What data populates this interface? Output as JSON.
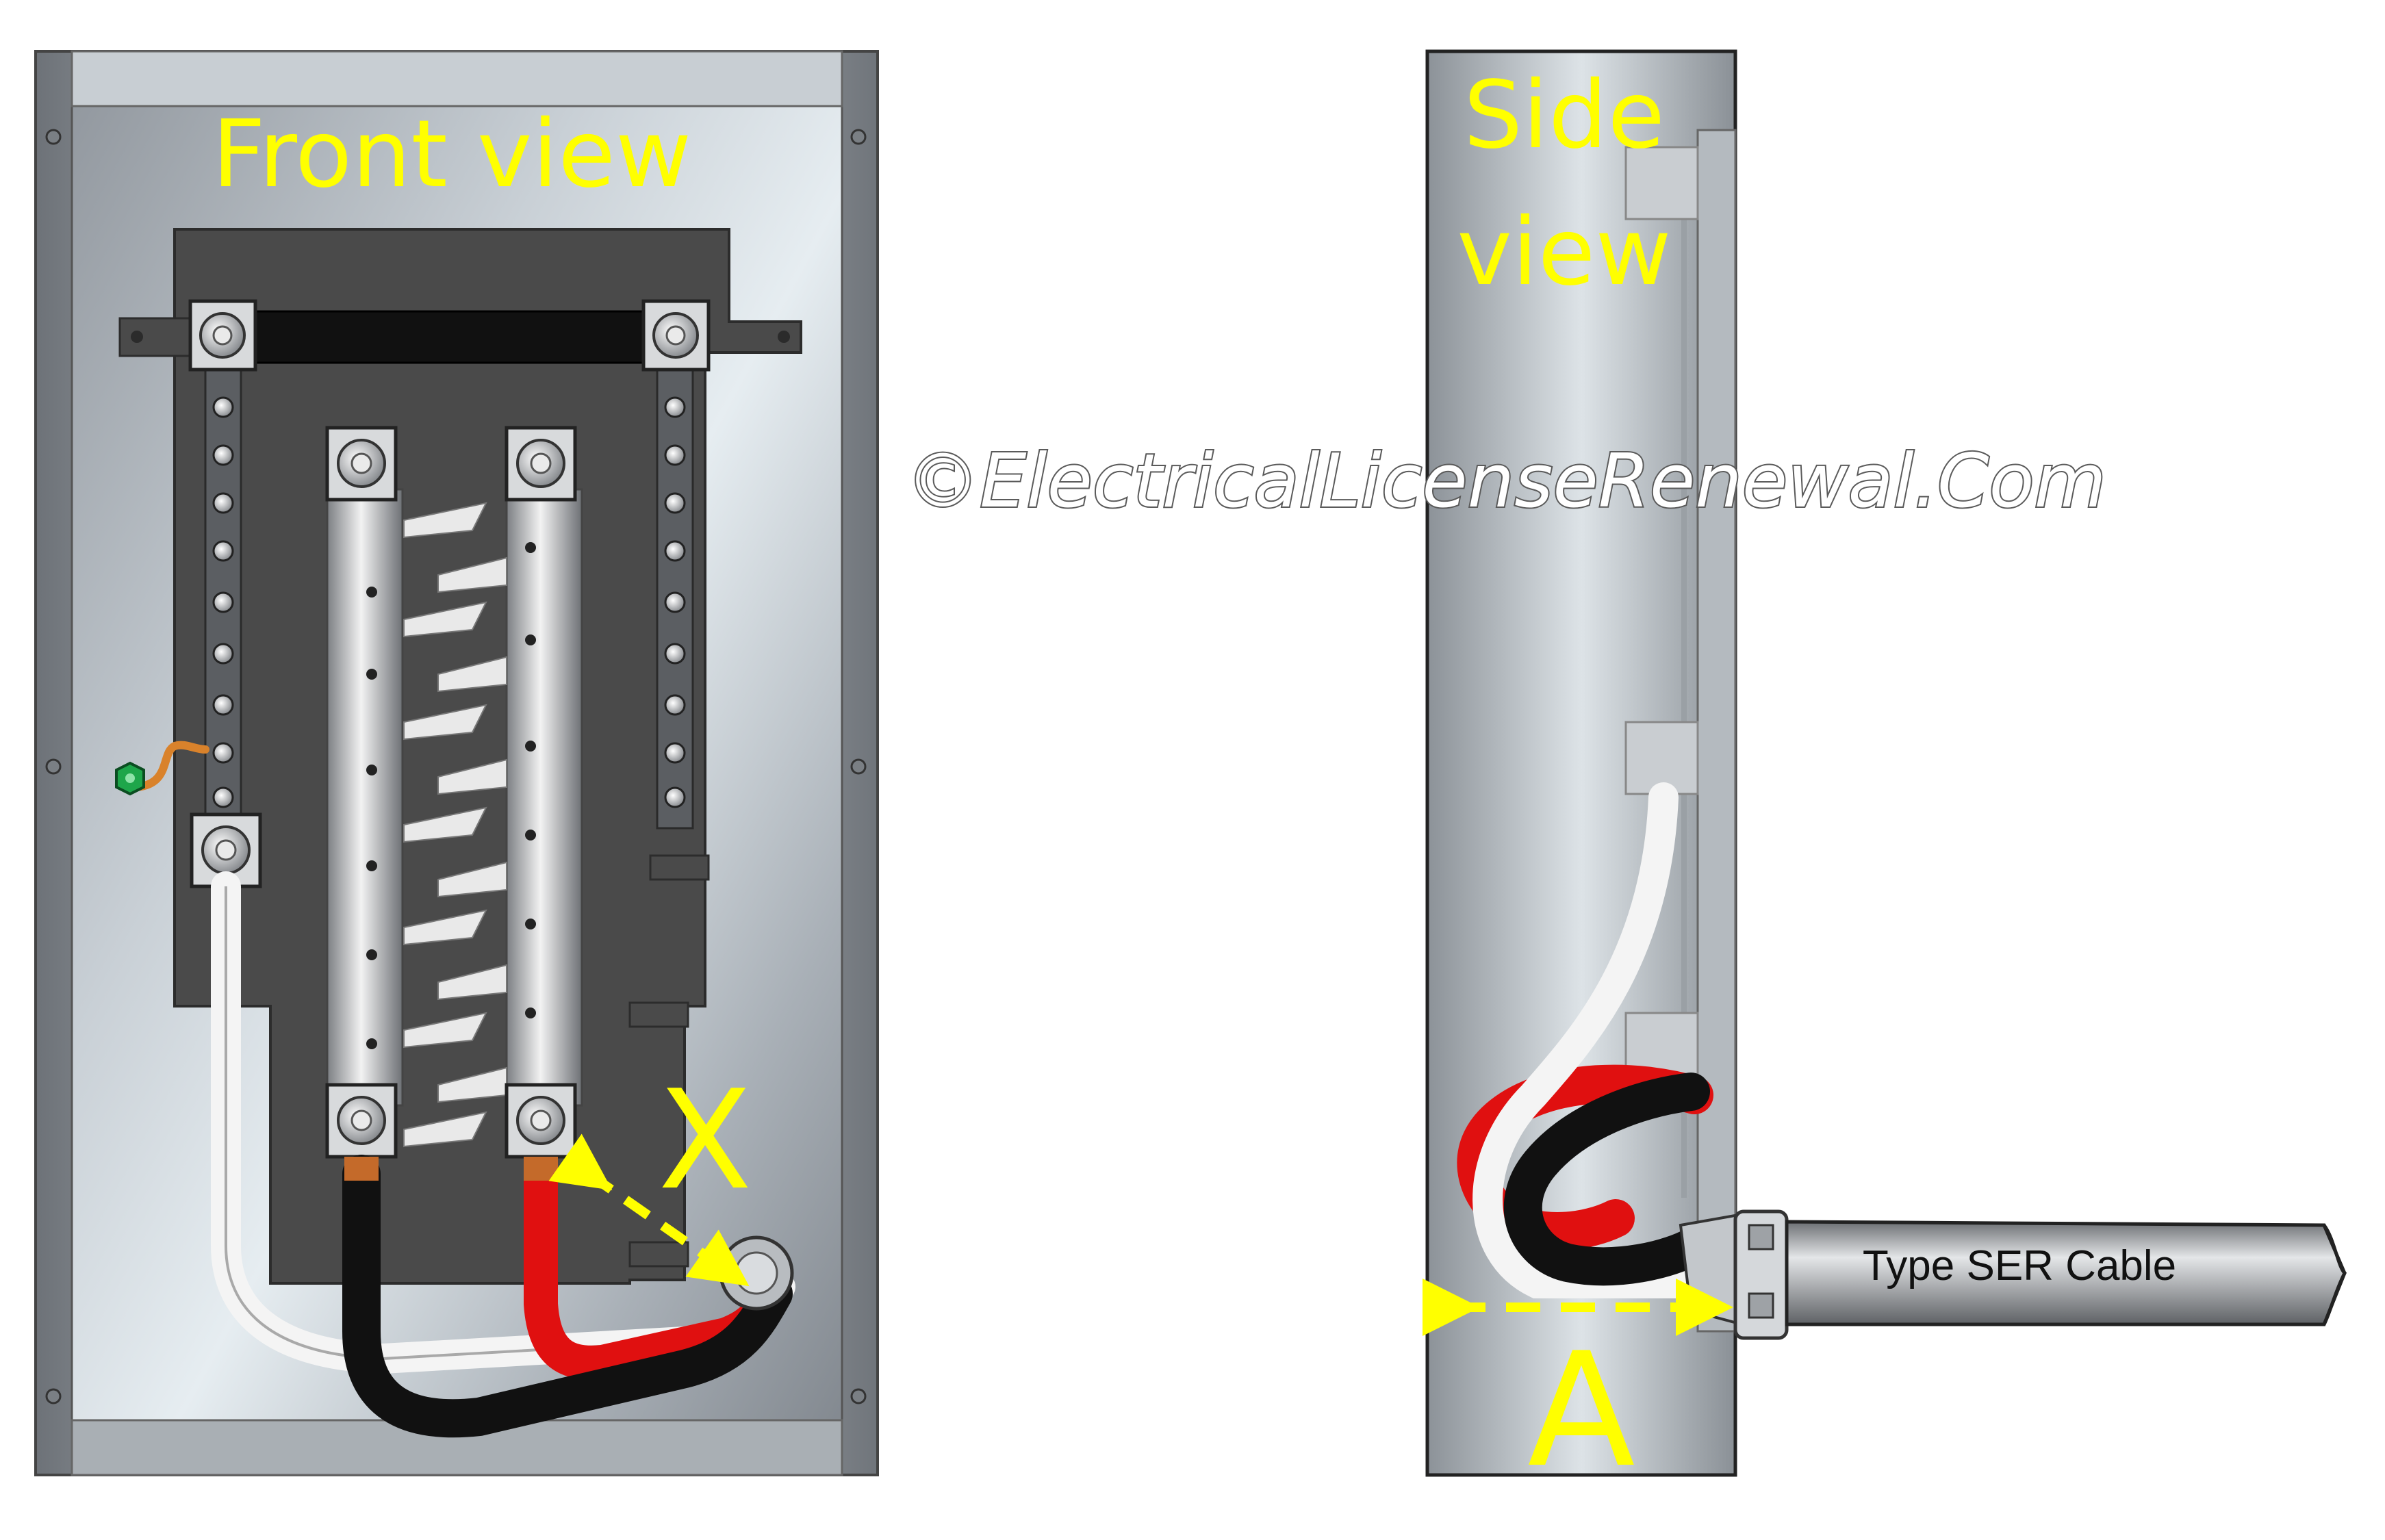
{
  "front_panel": {
    "title": "Front view",
    "callout_label": "X"
  },
  "side_panel": {
    "title_line1": "Side",
    "title_line2": "view",
    "dimension_label": "A",
    "cable_label": "Type SER Cable"
  },
  "watermark": "©ElectricalLicenseRenewal.Com",
  "colors": {
    "label_yellow": "#ffff00",
    "hot_conductor_red": "#e01010",
    "hot_conductor_black": "#111111",
    "neutral_white": "#f4f4f4",
    "ground_lug_green": "#1ea64a",
    "bond_strap_orange": "#d9822b"
  }
}
